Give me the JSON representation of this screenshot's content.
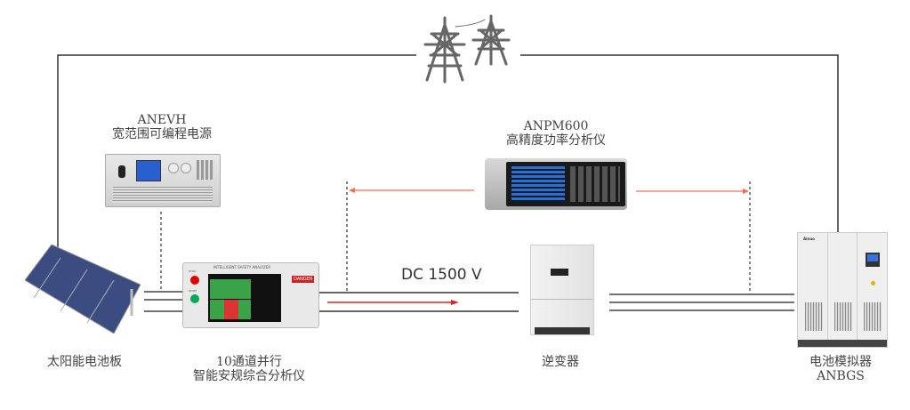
{
  "diagram": {
    "devices": {
      "power_supply": {
        "model": "ANEVH",
        "name": "宽范围可编程电源"
      },
      "power_analyzer": {
        "model": "ANPM600",
        "name": "高精度功率分析仪"
      },
      "solar_panel": {
        "name": "太阳能电池板"
      },
      "safety_analyzer": {
        "line1": "10通道并行",
        "line2": "智能安规综合分析仪",
        "panel_title": "INTELLIGENT SAFETY ANALYZER",
        "badge": "DANGER",
        "stop": "STOP",
        "start": "START"
      },
      "inverter": {
        "name": "逆变器"
      },
      "battery_sim": {
        "name": "电池模拟器",
        "model": "ANBGS",
        "brand": "Ainuo"
      }
    },
    "bus_label": "DC 1500 V",
    "grid_icon": "power-tower-icon",
    "colors": {
      "wire": "#333333",
      "arrow_red": "#e02020",
      "arrow_orange": "#f07050",
      "dashed": "#333333"
    }
  }
}
